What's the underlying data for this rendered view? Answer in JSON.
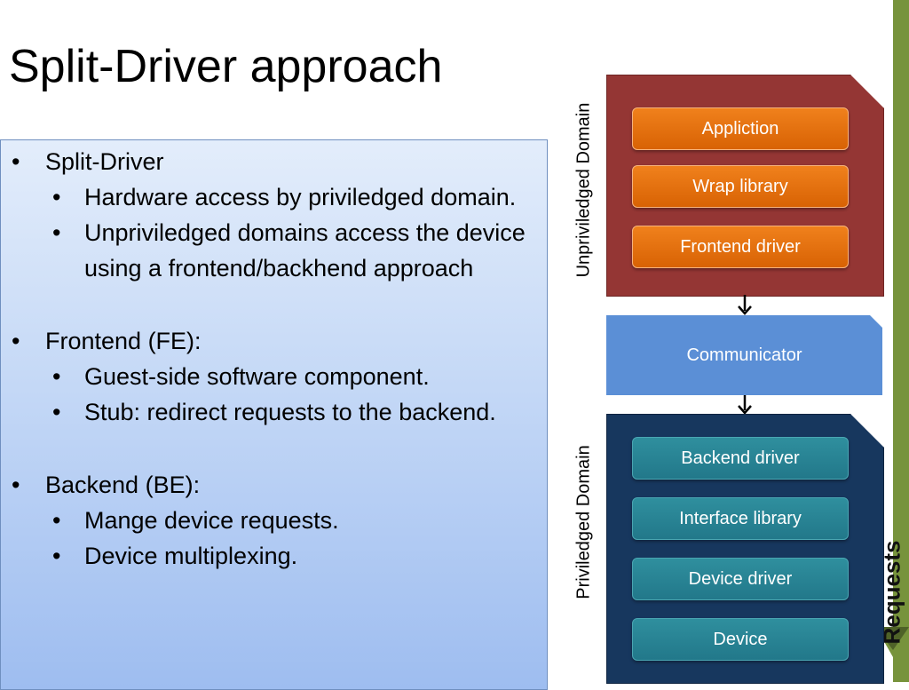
{
  "slide": {
    "title": "Split-Driver approach"
  },
  "bullets": {
    "item1": "Split-Driver",
    "item1_sub1": "Hardware access by priviledged domain.",
    "item1_sub2": "Unpriviledged domains access the device using a frontend/backhend approach",
    "item2": "Frontend (FE):",
    "item2_sub1": "Guest-side software component.",
    "item2_sub2": "Stub: redirect requests to the backend.",
    "item3": "Backend (BE):",
    "item3_sub1": "Mange device requests.",
    "item3_sub2": "Device multiplexing.",
    "bullet_glyph": "•"
  },
  "diagram": {
    "unprivileged_label": "Unpriviledged Domain",
    "privileged_label": "Priviledged Domain",
    "unprivileged_components": [
      "Appliction",
      "Wrap library",
      "Frontend driver"
    ],
    "communicator": "Communicator",
    "privileged_components": [
      "Backend driver",
      "Interface library",
      "Device driver",
      "Device"
    ],
    "requests_label": "Requests",
    "colors": {
      "unprivileged_box": "#943634",
      "privileged_box": "#17375e",
      "orange_component": "#e46c0a",
      "teal_component": "#2a8496",
      "communicator": "#5b8fd6",
      "requests_arrow": "#77933c"
    }
  }
}
